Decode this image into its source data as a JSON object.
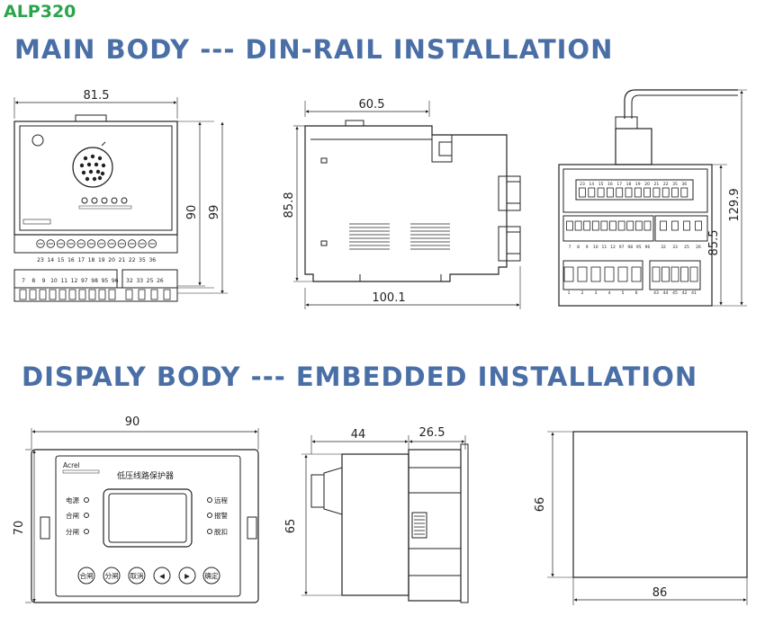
{
  "model": "ALP320",
  "headings": {
    "main": "MAIN BODY --- DIN-RAIL INSTALLATION",
    "display": "DISPALY BODY --- EMBEDDED INSTALLATION"
  },
  "main_body": {
    "front": {
      "width_label": "81.5",
      "height_inner_label": "90",
      "height_outer_label": "99",
      "top_terminals": [
        "23",
        "14",
        "15",
        "16",
        "17",
        "18",
        "19",
        "20",
        "21",
        "22",
        "35",
        "36"
      ],
      "bottom_terminals_left": [
        "7",
        "8",
        "9",
        "10",
        "11",
        "12",
        "97",
        "98",
        "95",
        "96"
      ],
      "bottom_terminals_right": [
        "32",
        "33",
        "25",
        "26"
      ]
    },
    "side": {
      "top_label": "60.5",
      "height_label": "85.8",
      "bottom_label": "100.1"
    },
    "rear": {
      "height_label": "129.9",
      "body_label": "85.5",
      "top_terminals": [
        "23",
        "14",
        "15",
        "16",
        "17",
        "18",
        "19",
        "20",
        "21",
        "22",
        "35",
        "36"
      ],
      "mid_terminals": [
        "7",
        "8",
        "9",
        "10",
        "11",
        "12",
        "97",
        "98",
        "95",
        "96",
        "32",
        "33",
        "25",
        "26"
      ],
      "bottom_terminals_left": [
        "1",
        "2",
        "3",
        "4",
        "5",
        "6"
      ],
      "bottom_terminals_right": [
        "43",
        "44",
        "45",
        "42",
        "41"
      ]
    }
  },
  "display_body": {
    "front": {
      "width_label": "90",
      "height_label": "70",
      "brand": "Acrel",
      "title": "低压线路保护器",
      "left_indicators": [
        "电源",
        "合闸",
        "分闸"
      ],
      "right_indicators": [
        "远程",
        "报警",
        "脱扣"
      ],
      "buttons": [
        "合闸",
        "分闸",
        "取消",
        "◀",
        "▶",
        "确定"
      ]
    },
    "side": {
      "depth_label": "44",
      "flange_label": "26.5",
      "height_label": "65"
    },
    "cutout": {
      "height_label": "66",
      "width_label": "86"
    }
  }
}
